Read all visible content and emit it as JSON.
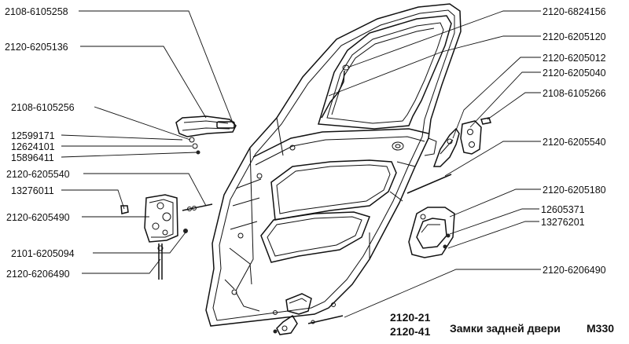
{
  "labels": {
    "l01": "2108-6105258",
    "l02": "2120-6205136",
    "l03": "2108-6105256",
    "l04": "12599171",
    "l05": "12624101",
    "l06": "15896411",
    "l07": "2120-6205540",
    "l08": "13276011",
    "l09": "2120-6205490",
    "l10": "2101-6205094",
    "l11": "2120-6206490",
    "r01": "2120-6824156",
    "r02": "2120-6205120",
    "r03": "2120-6205012",
    "r04": "2120-6205040",
    "r05": "2108-6105266",
    "r06": "2120-6205540",
    "r07": "2120-6205180",
    "r08": "12605371",
    "r09": "13276201",
    "r10": "2120-6206490"
  },
  "models": [
    "2120-21",
    "2120-41"
  ],
  "caption": "Замки задней двери",
  "sheet_code": "M330"
}
